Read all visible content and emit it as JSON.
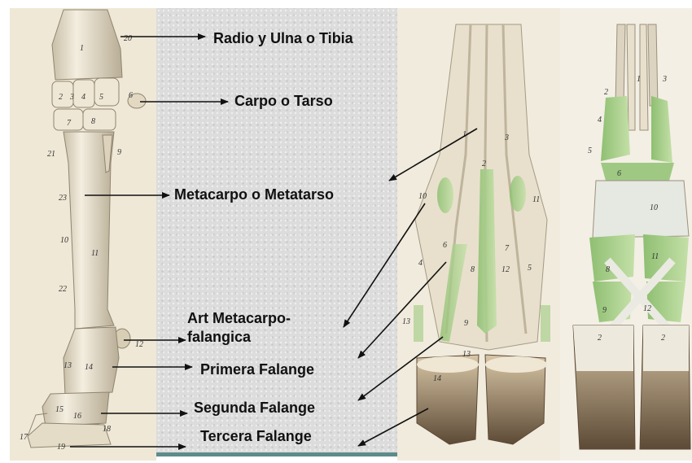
{
  "labels": {
    "radio": "Radio y Ulna o Tibia",
    "carpo": "Carpo o Tarso",
    "metacarpo": "Metacarpo o Metatarso",
    "art_line1": "Art Metacarpo-",
    "art_line2": "falangica",
    "primera": "Primera Falange",
    "segunda": "Segunda Falange",
    "tercera": "Tercera Falange"
  },
  "left_numbers": [
    "20",
    "1",
    "2",
    "3",
    "4",
    "5",
    "6",
    "7",
    "8",
    "9",
    "21",
    "23",
    "10",
    "11",
    "22",
    "12",
    "13",
    "14",
    "15",
    "16",
    "18",
    "17",
    "19"
  ],
  "mid_numbers": [
    "1",
    "2",
    "3",
    "10",
    "11",
    "6",
    "7",
    "4",
    "8",
    "12",
    "5",
    "13",
    "9",
    "13",
    "14"
  ],
  "right_numbers": [
    "1",
    "2",
    "3",
    "4",
    "5",
    "6",
    "10",
    "11",
    "8",
    "9",
    "12",
    "2",
    "2"
  ],
  "colors": {
    "bone": "#ece4d2",
    "bone_shadow": "#b9ad95",
    "tendon_green": "#a9cf8c",
    "hoof": "#6d5a45",
    "accent_bar": "#5e8c8a",
    "arrow": "#111111"
  }
}
